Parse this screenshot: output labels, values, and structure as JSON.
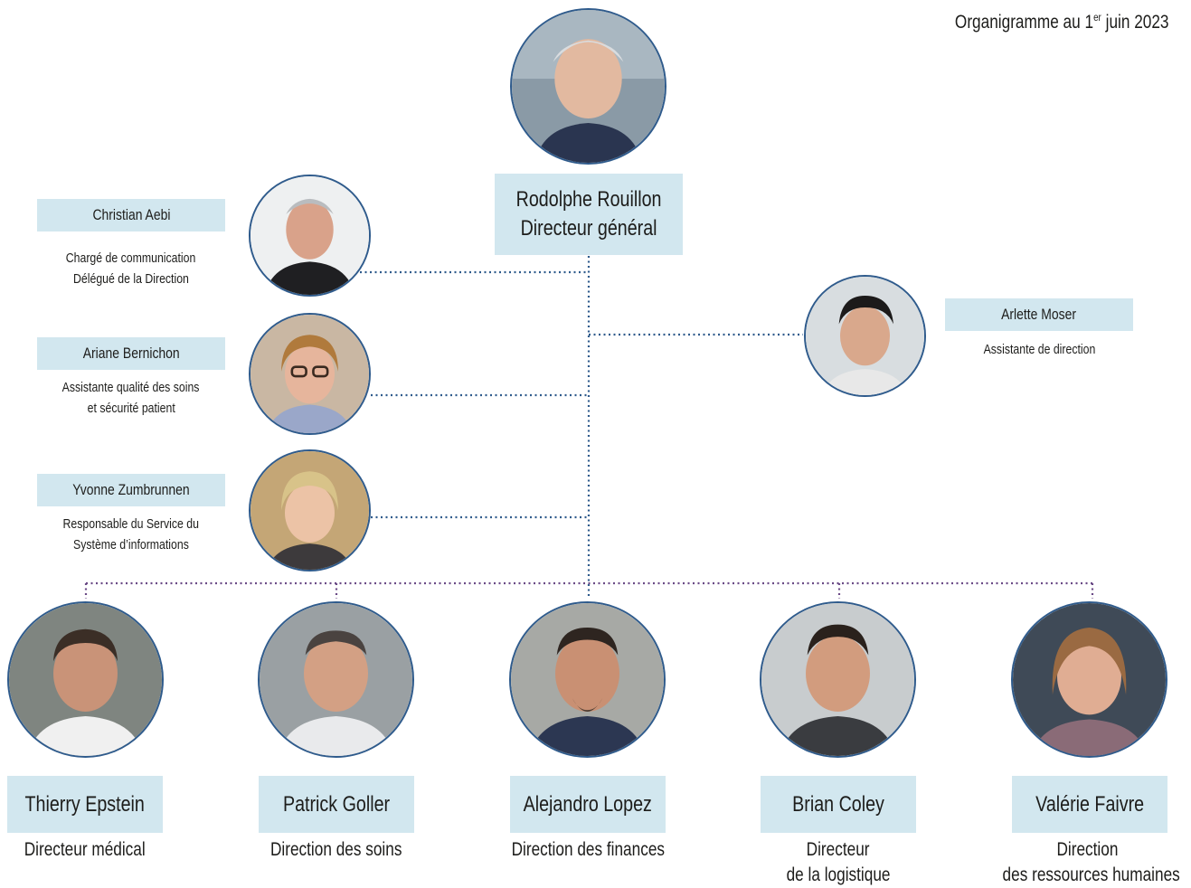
{
  "header": {
    "date_prefix": "Organigramme au 1",
    "date_sup": "er",
    "date_suffix": " juin 2023"
  },
  "director": {
    "name": "Rodolphe Rouillon",
    "title": "Directeur général"
  },
  "staff_left": [
    {
      "name": "Christian Aebi",
      "desc1": "Chargé de communication",
      "desc2": "Délégué de la Direction"
    },
    {
      "name": "Ariane Bernichon",
      "desc1": "Assistante qualité des soins",
      "desc2": "et sécurité patient"
    },
    {
      "name": "Yvonne Zumbrunnen",
      "desc1": "Responsable du Service du",
      "desc2": "Système d’informations"
    }
  ],
  "staff_right": {
    "name": "Arlette Moser",
    "desc1": "Assistante de direction"
  },
  "directors": [
    {
      "name": "Thierry Epstein",
      "role1": "Directeur médical",
      "role2": ""
    },
    {
      "name": "Patrick Goller",
      "role1": "Direction des soins",
      "role2": ""
    },
    {
      "name": "Alejandro Lopez",
      "role1": "Direction des finances",
      "role2": ""
    },
    {
      "name": "Brian Coley",
      "role1": "Directeur",
      "role2": "de la logistique"
    },
    {
      "name": "Valérie Faivre",
      "role1": "Direction",
      "role2": "des ressources humaines"
    }
  ],
  "colors": {
    "name_box": "#d2e7ef",
    "connector": "#2f5b8c",
    "photo_border": "#2f5b8c"
  }
}
